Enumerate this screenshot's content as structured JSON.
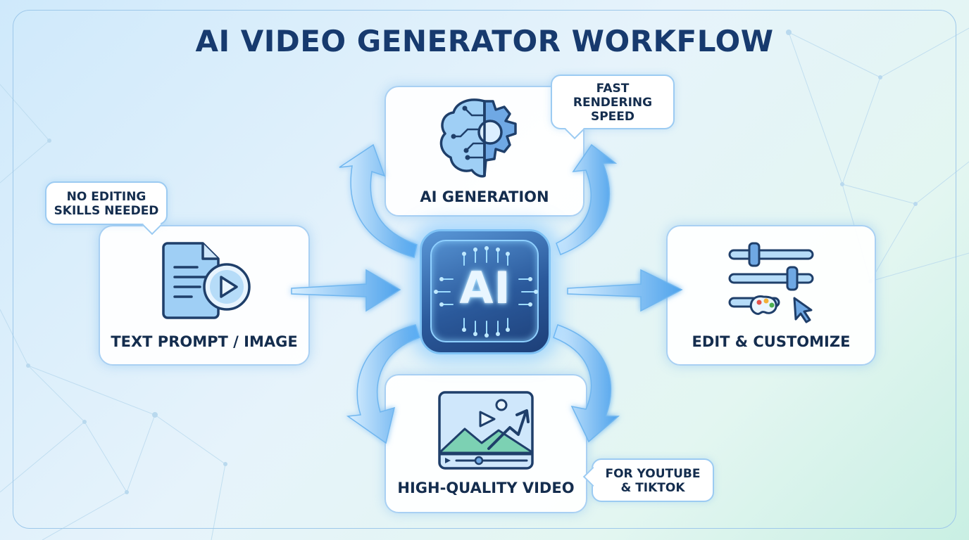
{
  "title": "AI VIDEO GENERATOR WORKFLOW",
  "center": {
    "label": "AI"
  },
  "steps": {
    "input": {
      "label": "TEXT PROMPT / IMAGE",
      "icon": "document-video-icon"
    },
    "generation": {
      "label": "AI GENERATION",
      "icon": "brain-gear-icon"
    },
    "edit": {
      "label": "EDIT & CUSTOMIZE",
      "icon": "sliders-palette-icon"
    },
    "output": {
      "label": "HIGH-QUALITY VIDEO",
      "icon": "video-frame-icon"
    }
  },
  "callouts": {
    "no_editing": [
      "NO EDITING",
      "SKILLS NEEDED"
    ],
    "fast_rendering": [
      "FAST",
      "RENDERING",
      "SPEED"
    ],
    "platforms": [
      "FOR YOUTUBE",
      "& TIKTOK"
    ]
  },
  "colors": {
    "title": "#173a6e",
    "card_border": "#a9d0f3",
    "arrow": "#5fb0f0",
    "icon_stroke": "#1f3f6a",
    "icon_fill": "#8cc4f2",
    "ai_box": "#2b5a9c"
  }
}
